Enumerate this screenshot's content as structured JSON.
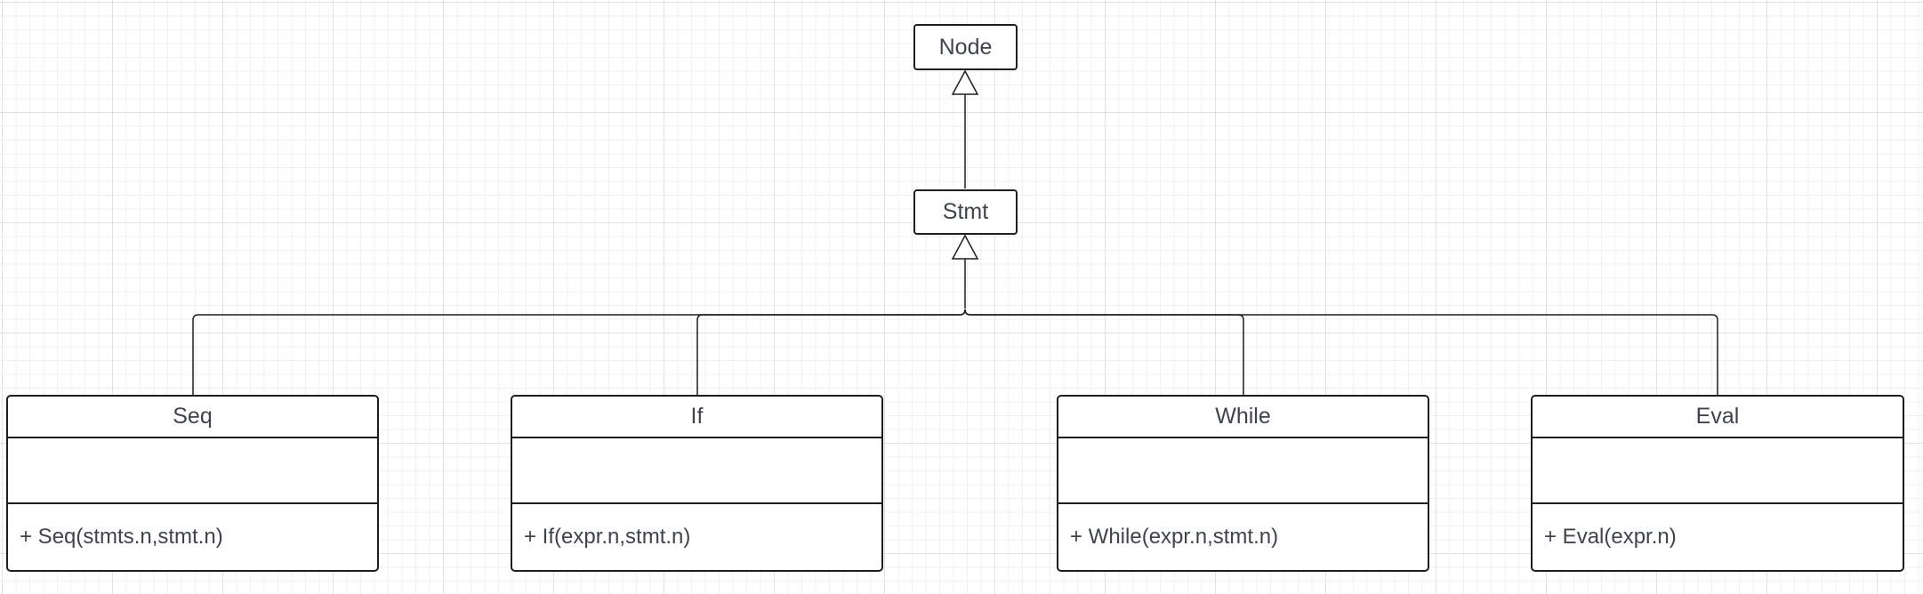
{
  "diagram": {
    "nodes": {
      "node": {
        "label": "Node"
      },
      "stmt": {
        "label": "Stmt"
      }
    },
    "classes": [
      {
        "name": "Seq",
        "method": "+ Seq(stmts.n,stmt.n)"
      },
      {
        "name": "If",
        "method": "+ If(expr.n,stmt.n)"
      },
      {
        "name": "While",
        "method": "+ While(expr.n,stmt.n)"
      },
      {
        "name": "Eval",
        "method": "+ Eval(expr.n)"
      }
    ]
  },
  "colors": {
    "border": "#1e1e1e",
    "text": "#3f4350",
    "grid": "#e2e2e2"
  }
}
